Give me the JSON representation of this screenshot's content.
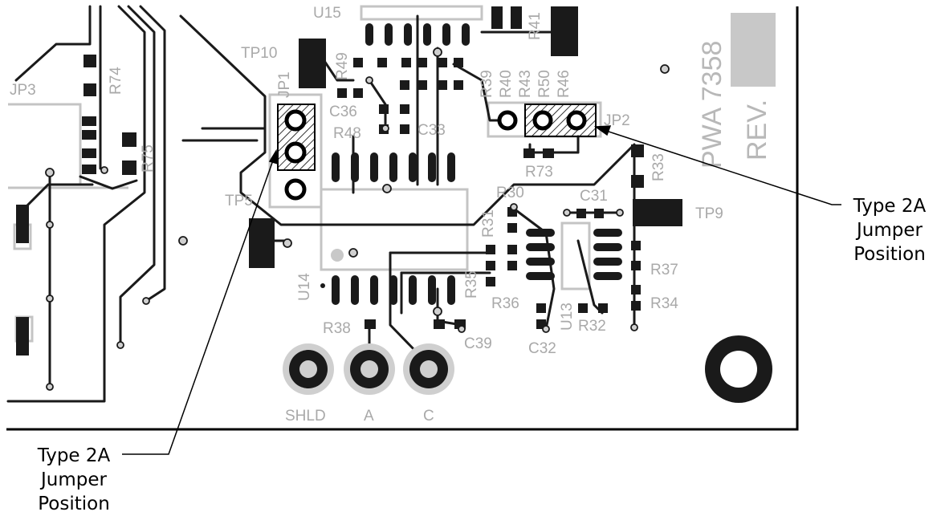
{
  "board": {
    "pwa_text": "PWA 7358",
    "rev_text": "REV.",
    "top_ref": "U15",
    "ref_designators": {
      "tp10": "TP10",
      "jp3": "JP3",
      "r74": "R74",
      "r75": "R75",
      "jp1": "JP1",
      "c36": "C36",
      "r48": "R48",
      "c33": "C33",
      "tp5": "TP5",
      "u14": "U14",
      "r38": "R38",
      "r35": "R35",
      "c39": "C39",
      "r30": "R30",
      "r31": "R31",
      "c31": "C31",
      "tp9": "TP9",
      "r33": "R33",
      "jp2": "JP2",
      "r73": "R73",
      "r37": "R37",
      "r34": "R34",
      "r36": "R36",
      "u13": "U13",
      "r32": "R32",
      "c32": "C32",
      "r39": "R39",
      "r40": "R40",
      "r43": "R43",
      "r50": "R50",
      "r46": "R46",
      "r49": "R49",
      "r41": "R41"
    },
    "connector_labels": {
      "shld": "SHLD",
      "a": "A",
      "c": "C"
    }
  },
  "callouts": {
    "right": {
      "line1": "Type 2A",
      "line2": "Jumper",
      "line3": "Position"
    },
    "left": {
      "line1": "Type 2A",
      "line2": "Jumper",
      "line3": "Position"
    }
  }
}
